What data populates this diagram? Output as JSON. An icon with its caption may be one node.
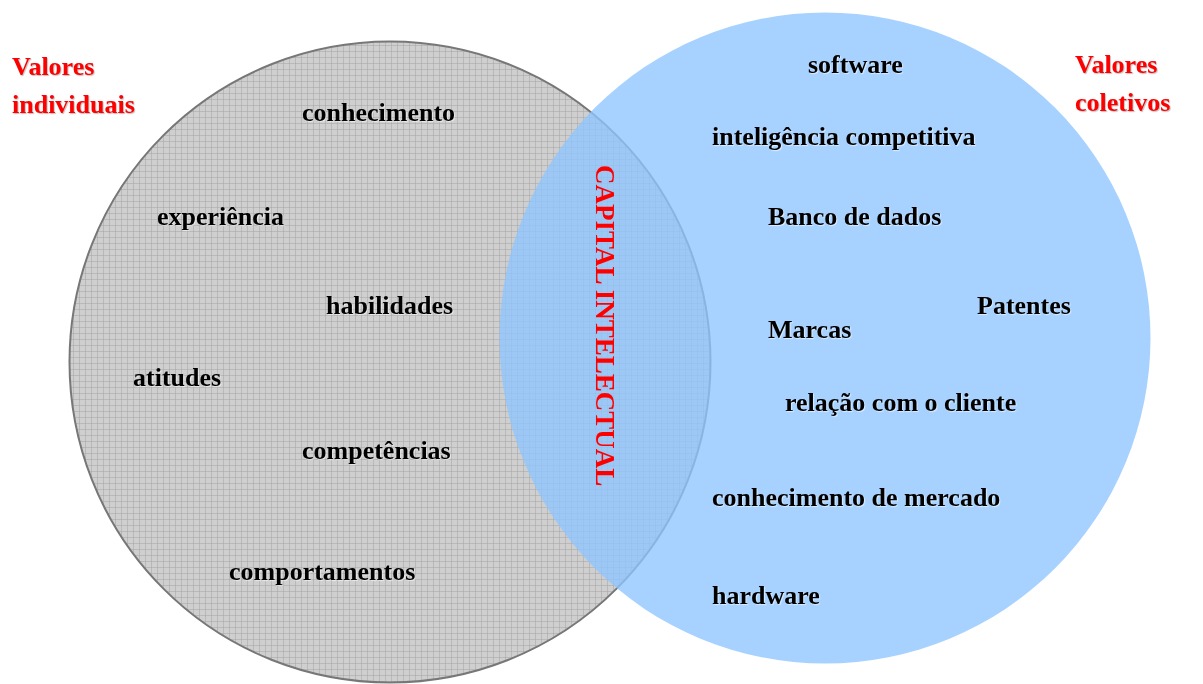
{
  "diagram": {
    "nodes": [
      {
        "text": [
          "Valores individuais",
          "conhecimento",
          "experiência",
          "habilidades",
          "atitudes",
          "competências",
          "comportamentos"
        ]
      },
      {
        "text": [
          "software",
          "Valores coletivos",
          "inteligência competitiva",
          "Banco de dados",
          "Patentes",
          "Marcas",
          "relação com o cliente",
          "conhecimento de mercado",
          "hardware"
        ]
      }
    ],
    "labels": [
      "CAPITAL INTELECTUAL"
    ]
  }
}
